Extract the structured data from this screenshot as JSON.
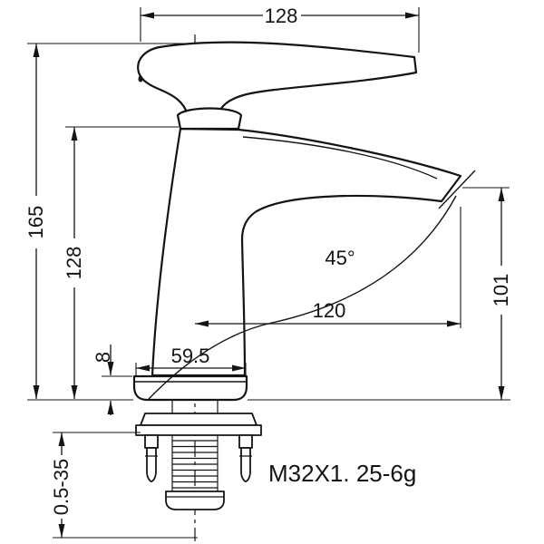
{
  "drawing": {
    "type": "faucet-installation-dimension-drawing",
    "colors": {
      "background": "#ffffff",
      "line": "#141414"
    },
    "labels": {
      "handle_width": "128",
      "total_height": "165",
      "body_height": "128",
      "flange_thickness": "8",
      "flange_width": "59.5",
      "spout_angle": "45°",
      "spout_reach": "120",
      "spout_outlet_height": "101",
      "clamp_range": "0.5-35",
      "thread_spec": "M32X1. 25-6g"
    }
  }
}
